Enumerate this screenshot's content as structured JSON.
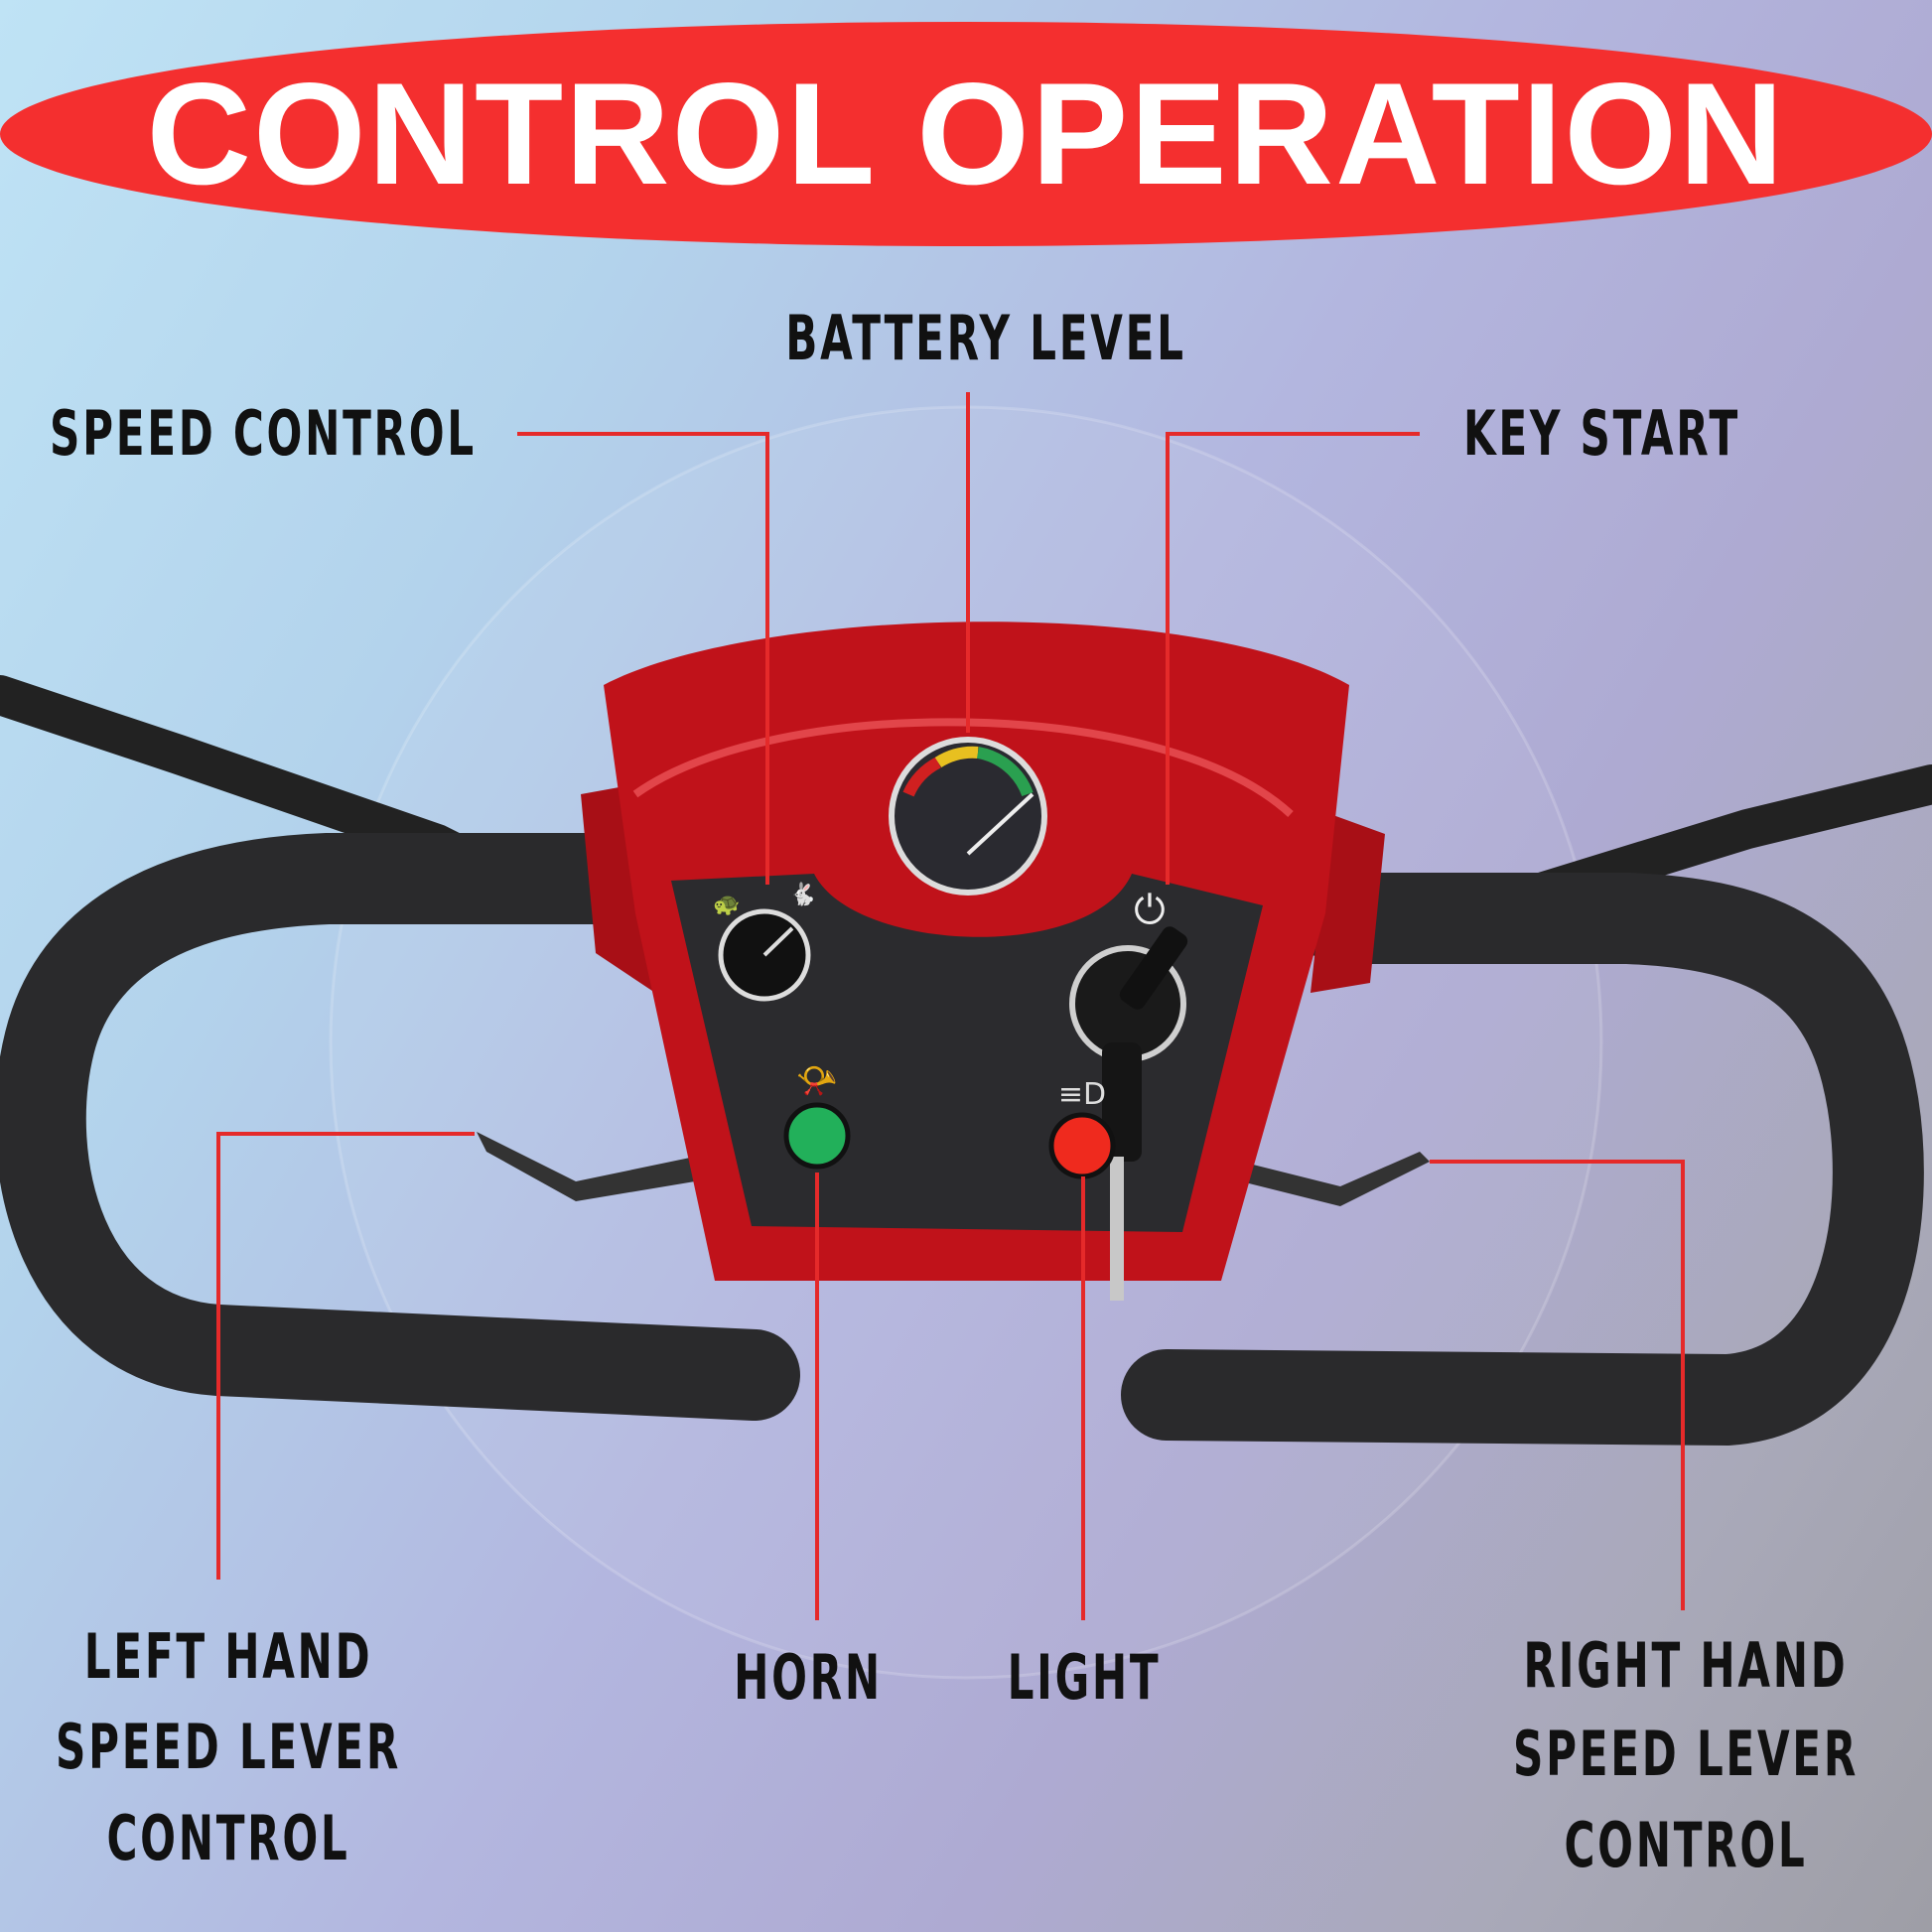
{
  "title": "CONTROL OPERATION",
  "labels": {
    "battery_level": "BATTERY LEVEL",
    "speed_control": "SPEED CONTROL",
    "key_start": "KEY START",
    "left_hand": [
      "LEFT HAND",
      "SPEED LEVER",
      "CONTROL"
    ],
    "horn": "HORN",
    "light": "LIGHT",
    "right_hand": [
      "RIGHT HAND",
      "SPEED LEVER",
      "CONTROL"
    ]
  },
  "colors": {
    "banner": "#f42f2f",
    "callout_line": "#e52a2a",
    "console_red": "#c0121a",
    "panel_black": "#2b2b2e",
    "horn_button": "#22b05a",
    "light_button": "#ef2a1e"
  }
}
